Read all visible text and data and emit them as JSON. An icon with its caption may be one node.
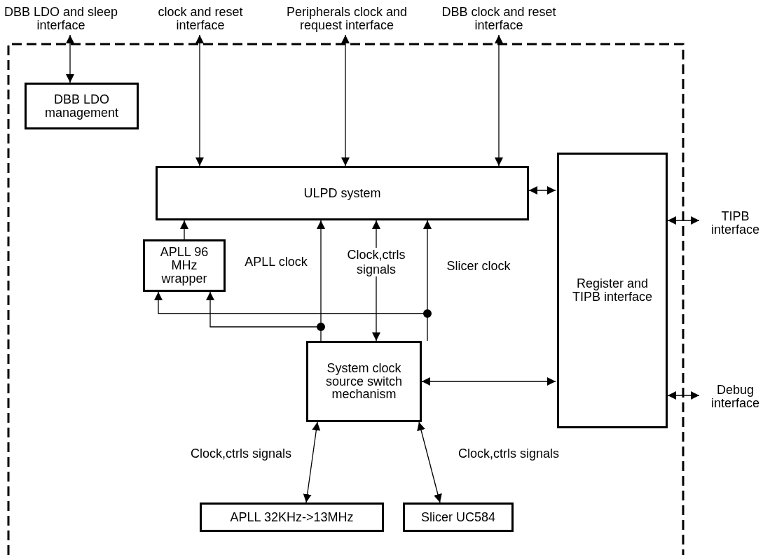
{
  "diagram": {
    "nodes": [
      {
        "text": [],
        "shape": "box"
      },
      {
        "text": [
          "DBB LDO and sleep interface"
        ]
      },
      {
        "text": [
          "clock and reset interface"
        ]
      },
      {
        "text": [
          "Peripherals clock and request interface"
        ]
      },
      {
        "text": [
          "DBB clock and reset interface"
        ]
      },
      {
        "text": [
          "DBB LDO management"
        ],
        "in": 0
      },
      {
        "text": [
          "ULPD system"
        ],
        "in": 0
      },
      {
        "text": [
          "Register and TIPB interface"
        ],
        "in": 0
      },
      {
        "text": [
          "TIPB interface"
        ]
      },
      {
        "text": [
          "Debug interface"
        ]
      },
      {
        "text": [
          "APLL 96 MHz wrapper"
        ],
        "in": 0
      },
      {
        "text": [
          "System clock source switch mechanism"
        ],
        "in": 0
      },
      {
        "text": [
          "APLL 32KHz->13MHz"
        ],
        "in": 0
      },
      {
        "text": [
          "Slicer UC584"
        ],
        "in": 0
      }
    ],
    "edges": [
      {
        "from": 1,
        "to": 5,
        "arrow": "both"
      },
      {
        "from": 2,
        "to": 6,
        "arrow": "both"
      },
      {
        "from": 3,
        "to": 6,
        "arrow": "both"
      },
      {
        "from": 4,
        "to": 6,
        "arrow": "both"
      },
      {
        "from": 6,
        "to": 7,
        "arrow": "both"
      },
      {
        "from": 7,
        "to": 8,
        "arrow": "both"
      },
      {
        "from": 7,
        "to": 9,
        "arrow": "both"
      },
      {
        "from": 10,
        "to": 6,
        "arrow": "to"
      },
      {
        "from": 11,
        "to": 6,
        "arrow": "to",
        "label": "APLL clock"
      },
      {
        "from": 11,
        "to": 10,
        "arrow": "to"
      },
      {
        "from": 11,
        "to": 6,
        "arrow": "both",
        "label": "Clock,ctrls signals"
      },
      {
        "from": 11,
        "to": 6,
        "arrow": "to",
        "label": "Slicer clock"
      },
      {
        "from": 11,
        "to": 10,
        "arrow": "to"
      },
      {
        "from": 11,
        "to": 7,
        "arrow": "both"
      },
      {
        "from": 11,
        "to": 12,
        "arrow": "both",
        "label": "Clock,ctrls signals"
      },
      {
        "from": 11,
        "to": 13,
        "arrow": "both",
        "label": "Clock,ctrls signals"
      }
    ]
  }
}
